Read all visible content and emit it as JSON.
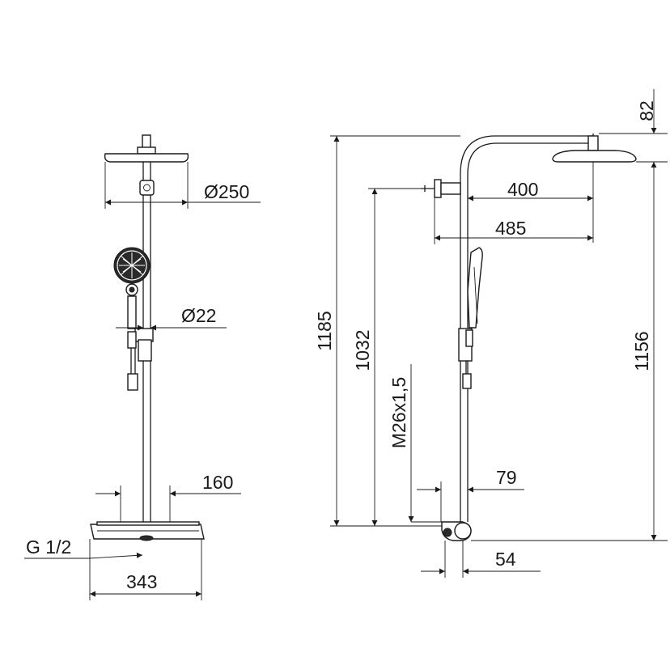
{
  "front_view": {
    "head_diameter": "Ø250",
    "pipe_diameter": "Ø22",
    "valve_spacing": "160",
    "inlet_thread": "G 1/2",
    "overall_width": "343"
  },
  "side_view": {
    "head_top_offset": "82",
    "arm_reach": "400",
    "head_reach": "485",
    "total_height": "1185",
    "connection_height": "1032",
    "rail_thread": "M26x1,5",
    "head_height": "1156",
    "valve_depth": "79",
    "wall_offset": "54"
  },
  "colors": {
    "line": "#1a1a1a",
    "background": "#ffffff"
  }
}
